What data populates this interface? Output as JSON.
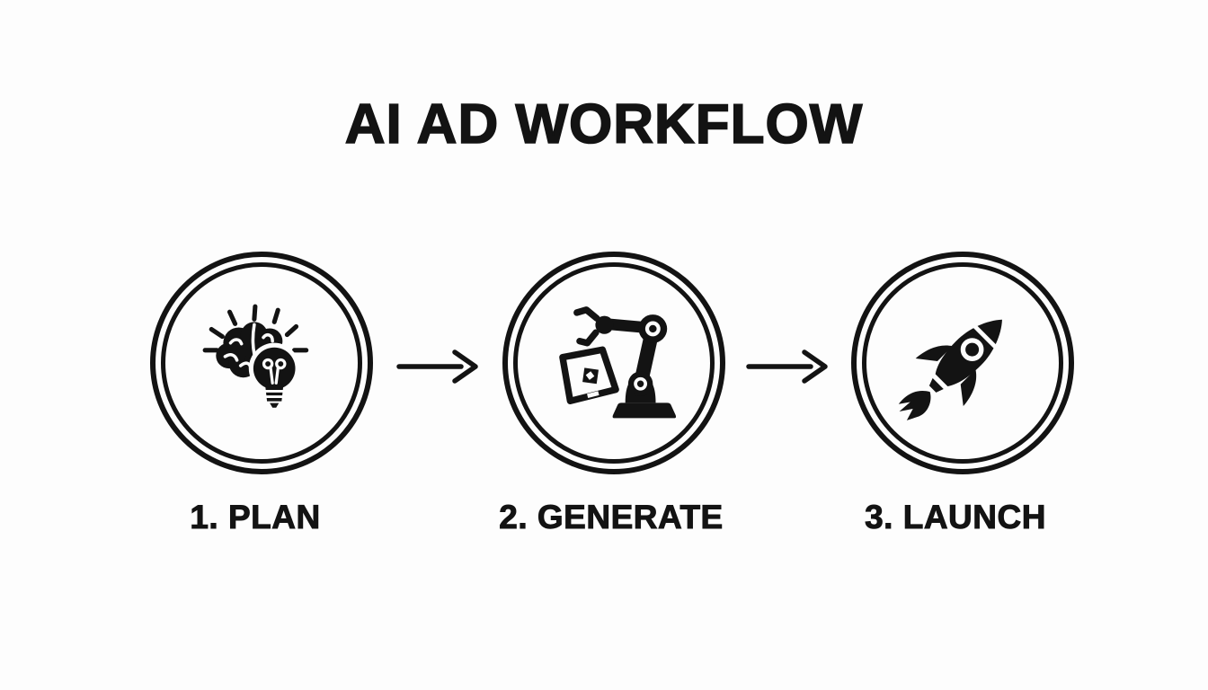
{
  "title": "AI AD WORKFLOW",
  "workflow": {
    "steps": [
      {
        "label": "1. PLAN",
        "icon": "brain-lightbulb-icon"
      },
      {
        "label": "2. GENERATE",
        "icon": "robot-arm-icon"
      },
      {
        "label": "3. LAUNCH",
        "icon": "rocket-icon"
      }
    ],
    "connector": "right-arrow"
  },
  "colors": {
    "background": "#fdfdfd",
    "ink": "#131313"
  }
}
